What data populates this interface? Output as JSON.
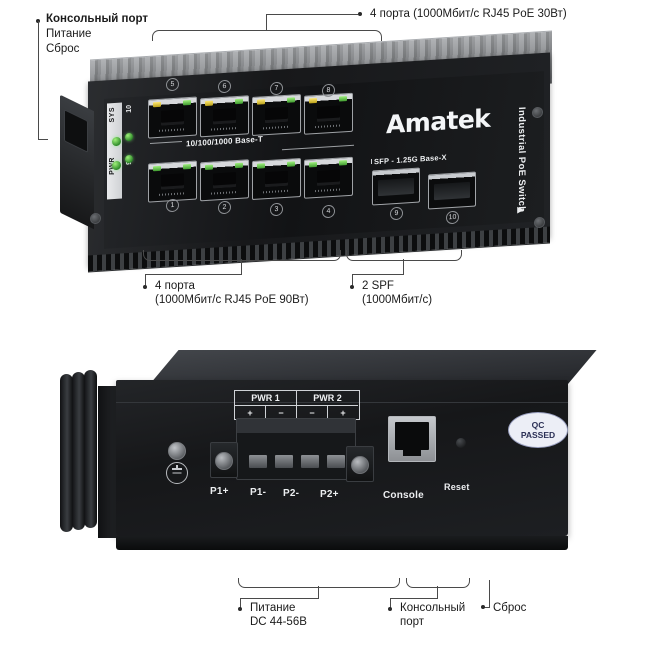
{
  "page": {
    "background": "#ffffff",
    "subject": "Amatek Industrial PoE Switch — front and rear panel callout diagram"
  },
  "brand": {
    "logo_text": "Amatek",
    "side_text": "Industrial PoE Switch",
    "side_marker": "▶"
  },
  "annotations": {
    "top_left": {
      "line1": "Консольный порт",
      "line2": "Питание",
      "line3": "Сброс"
    },
    "top_right": "4 порта (1000Мбит/с RJ45 PoE 30Вт)",
    "bottom_left": {
      "line1": "4 порта",
      "line2": "(1000Мбит/с RJ45 PoE 90Вт)"
    },
    "bottom_right": {
      "line1": "2 SPF",
      "line2": "(1000Мбит/с)"
    },
    "rear_power": {
      "line1": "Питание",
      "line2": "DC 44-56В"
    },
    "rear_console": {
      "line1": "Консольный",
      "line2": "порт"
    },
    "rear_reset": "Сброс"
  },
  "front_panel": {
    "base_t_label": "10/100/1000 Base-T",
    "sfp_label": "SFP - 1.25G Base-X",
    "leds": [
      {
        "name": "SYS",
        "color": "#3f9a2f"
      },
      {
        "name": "PWR",
        "color": "#3f9a2f"
      }
    ],
    "led_numbers": [
      "10",
      "9"
    ],
    "top_ports": [
      "5",
      "6",
      "7",
      "8"
    ],
    "bottom_ports": [
      "1",
      "2",
      "3",
      "4"
    ],
    "sfp_ports": [
      "9",
      "10"
    ]
  },
  "rear_panel": {
    "power_groups": [
      {
        "name": "PWR 1",
        "polarities": [
          "+",
          "−"
        ]
      },
      {
        "name": "PWR 2",
        "polarities": [
          "−",
          "+"
        ]
      }
    ],
    "terminal_labels": [
      "P1+",
      "P1-",
      "P2-",
      "P2+"
    ],
    "console_label": "Console",
    "reset_label": "Reset",
    "qc_badge": {
      "line1": "QC",
      "line2": "PASSED"
    }
  },
  "colors": {
    "chassis_dark": "#17181a",
    "chassis_mid": "#2b2d30",
    "heatsink": "#8e9195",
    "led_green": "#3f9a2f",
    "led_yellow": "#b9a018",
    "leader_line": "#4a4a4a",
    "text": "#1b1b1b",
    "qc_ink": "#2a2f55"
  }
}
